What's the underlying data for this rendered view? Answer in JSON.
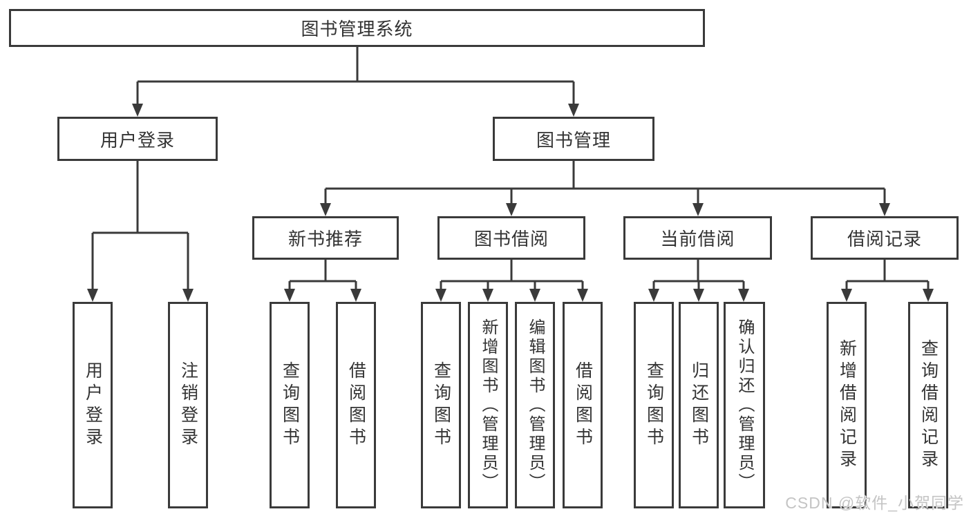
{
  "diagram_title": "图书管理系统",
  "watermark": {
    "text": "CSDN @软件_小贺同学",
    "color": "#c4c4c4"
  },
  "colors": {
    "line": "#3a3a3a",
    "border": "#3a3a3a",
    "text": "#333333",
    "background": "#ffffff"
  },
  "tree": {
    "label": "图书管理系统",
    "children": [
      {
        "label": "用户登录",
        "children": [
          {
            "label": "用户登录"
          },
          {
            "label": "注销登录"
          }
        ]
      },
      {
        "label": "图书管理",
        "children": [
          {
            "label": "新书推荐",
            "children": [
              {
                "label": "查询图书"
              },
              {
                "label": "借阅图书"
              }
            ]
          },
          {
            "label": "图书借阅",
            "children": [
              {
                "label": "查询图书"
              },
              {
                "label": "新增图书（管理员）"
              },
              {
                "label": "编辑图书（管理员）"
              },
              {
                "label": "借阅图书"
              }
            ]
          },
          {
            "label": "当前借阅",
            "children": [
              {
                "label": "查询图书"
              },
              {
                "label": "归还图书"
              },
              {
                "label": "确认归还（管理员）"
              }
            ]
          },
          {
            "label": "借阅记录",
            "children": [
              {
                "label": "新增借阅记录"
              },
              {
                "label": "查询借阅记录"
              }
            ]
          }
        ]
      }
    ]
  }
}
